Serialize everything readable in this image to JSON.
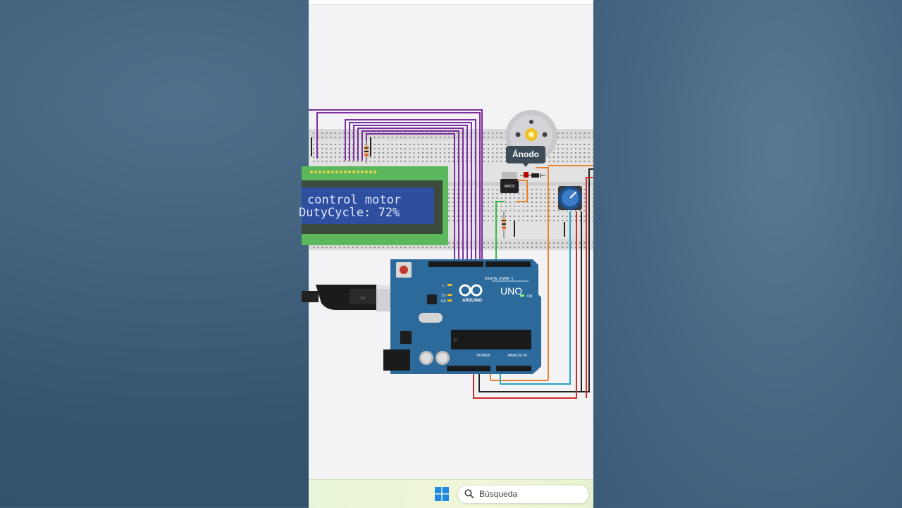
{
  "lcd": {
    "line1": "control motor",
    "line2": "DutyCycle: 72%"
  },
  "tooltip": {
    "label": "Ánodo"
  },
  "components": {
    "transistor_label": "NMOS",
    "board_brand": "ARDUINO",
    "board_model": "UNO",
    "digital_header": "DIGITAL (PWM ~)",
    "power_header": "POWER",
    "analog_header": "ANALOG IN",
    "on_label": "ON",
    "tx_label": "TX",
    "rx_label": "RX",
    "l_label": "L"
  },
  "taskbar": {
    "search_placeholder": "Búsqueda"
  },
  "colors": {
    "board": "#2c6a9c",
    "lcd_frame": "#5cb85c",
    "lcd_screen": "#2e4fa0",
    "wire_purple": "#7a2fa0",
    "wire_orange": "#e8822c",
    "wire_red": "#d42a2a",
    "wire_black": "#222222",
    "wire_cyan": "#29a3c8",
    "wire_green": "#35b84a"
  }
}
